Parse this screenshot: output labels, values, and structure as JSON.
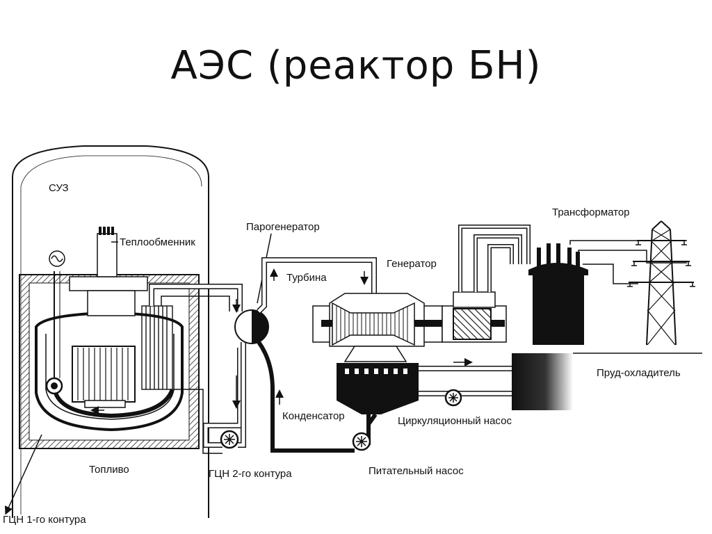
{
  "slide": {
    "title": "АЭС (реактор БН)"
  },
  "labels": {
    "suz": "СУЗ",
    "heat_exchanger": "Теплообменник",
    "steam_generator": "Парогенератор",
    "turbine": "Турбина",
    "generator": "Генератор",
    "transformer": "Трансформатор",
    "cooling_pond": "Пруд-охладитель",
    "condenser": "Конденсатор",
    "circulation_pump": "Циркуляционный насос",
    "fuel": "Топливо",
    "pump_loop2": "ГЦН 2-го контура",
    "feed_pump": "Питательный насос",
    "pump_loop1": "ГЦН 1-го контура"
  },
  "icons": [
    "sine-wave-icon",
    "pump-icon",
    "transmission-tower-icon",
    "flow-arrow-icon"
  ],
  "colors": {
    "ink": "#111111",
    "paper": "#ffffff",
    "hatch": "#555555"
  }
}
